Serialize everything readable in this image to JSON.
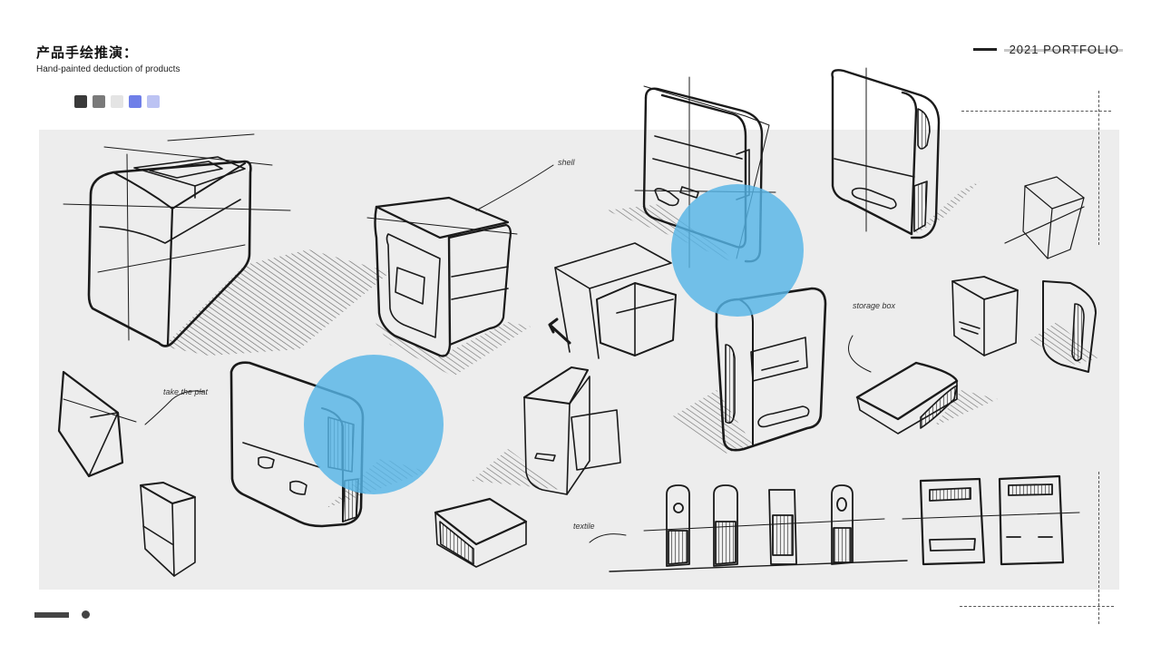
{
  "header": {
    "title_cn": "产品手绘推演：",
    "title_en": "Hand-painted deduction of products",
    "portfolio_label": "2021 PORTFOLIO"
  },
  "palette": [
    "#3a3a3a",
    "#7a7a7a",
    "#e4e4e4",
    "#6f7fe8",
    "#bcc3f3"
  ],
  "annotations": [
    "textile",
    "storage box",
    "take the plat",
    "shell"
  ],
  "colors": {
    "canvas": "#ededed",
    "highlight": "#56b4e6",
    "ink": "#1a1a1a"
  }
}
